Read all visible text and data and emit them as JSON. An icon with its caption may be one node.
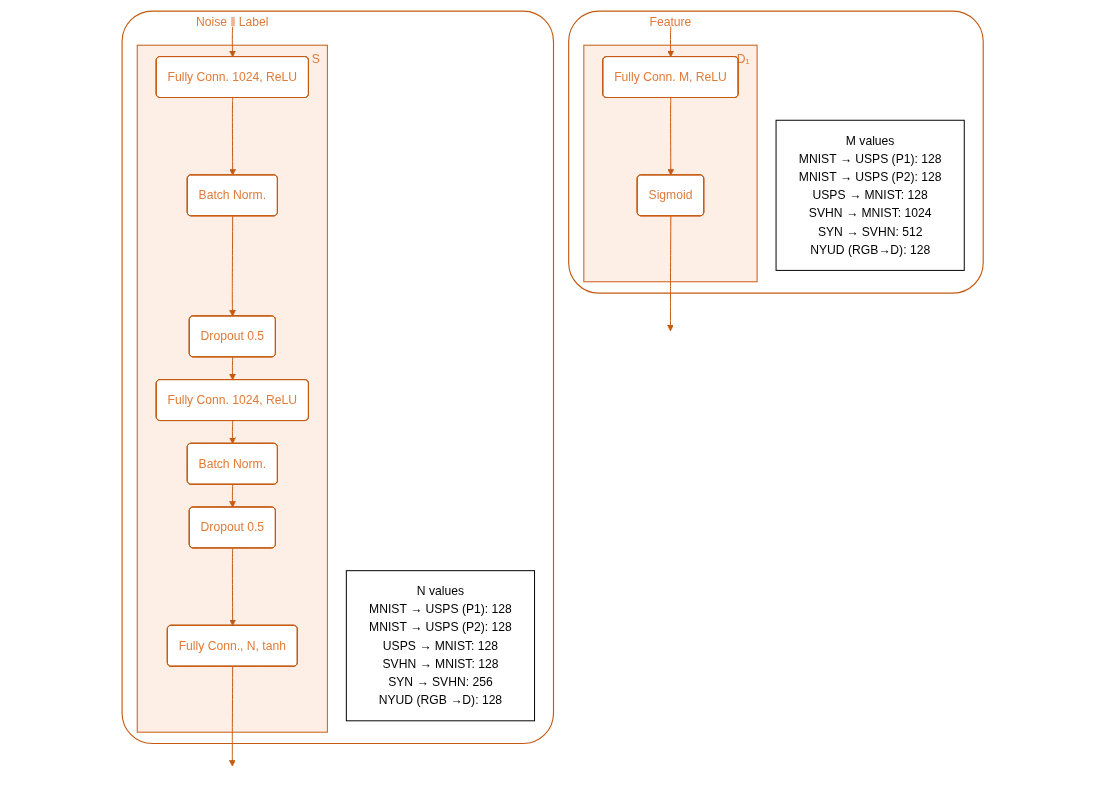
{
  "diagram": {
    "nodes": [
      {
        "text": [],
        "shape": "box"
      },
      {
        "text": [
          "Noise ‖ Label"
        ],
        "in": 0
      },
      {
        "text": [
          "S"
        ],
        "in": 0
      },
      {
        "text": [
          "Fully Conn. 1024, ReLU"
        ],
        "in": 2
      },
      {
        "text": [
          "Batch Norm."
        ],
        "in": 2
      },
      {
        "text": [
          "Dropout 0.5"
        ],
        "in": 2
      },
      {
        "text": [
          "Fully Conn. 1024, ReLU"
        ],
        "in": 2
      },
      {
        "text": [
          "Batch Norm."
        ],
        "in": 2
      },
      {
        "text": [
          "Dropout 0.5"
        ],
        "in": 2
      },
      {
        "text": [
          "Fully Conn., N, tanh"
        ],
        "in": 2
      },
      {
        "text": [
          "N values",
          "MNIST → USPS (P1): 128",
          "MNIST → USPS (P2): 128",
          "USPS → MNIST: 128",
          "SVHN → MNIST: 128",
          "SYN → SVHN: 256",
          "NYUD (RGB →D): 128"
        ],
        "in": 0
      },
      {
        "text": [],
        "shape": "box"
      },
      {
        "text": [
          "Feature"
        ],
        "in": 11
      },
      {
        "text": [
          "D₁"
        ],
        "in": 11
      },
      {
        "text": [
          "Fully Conn. M, ReLU"
        ],
        "in": 13
      },
      {
        "text": [
          "Sigmoid"
        ],
        "in": 13
      },
      {
        "text": [
          "M values",
          "MNIST → USPS (P1): 128",
          "MNIST → USPS (P2): 128",
          "USPS → MNIST: 128",
          "SVHN → MNIST: 1024",
          "SYN → SVHN: 512",
          "NYUD (RGB→D): 128"
        ],
        "in": 11
      }
    ],
    "edges": [
      {
        "from": 1,
        "to": 3,
        "arrow": "to"
      },
      {
        "from": 3,
        "to": 4,
        "arrow": "to"
      },
      {
        "from": 4,
        "to": 5,
        "arrow": "to"
      },
      {
        "from": 5,
        "to": 6,
        "arrow": "to"
      },
      {
        "from": 6,
        "to": 7,
        "arrow": "to"
      },
      {
        "from": 7,
        "to": 8,
        "arrow": "to"
      },
      {
        "from": 8,
        "to": 9,
        "arrow": "to"
      },
      {
        "from": 9,
        "to": null,
        "arrow": "to"
      },
      {
        "from": 12,
        "to": 14,
        "arrow": "to"
      },
      {
        "from": 14,
        "to": 15,
        "arrow": "to"
      },
      {
        "from": 15,
        "to": null,
        "arrow": "to"
      }
    ]
  }
}
